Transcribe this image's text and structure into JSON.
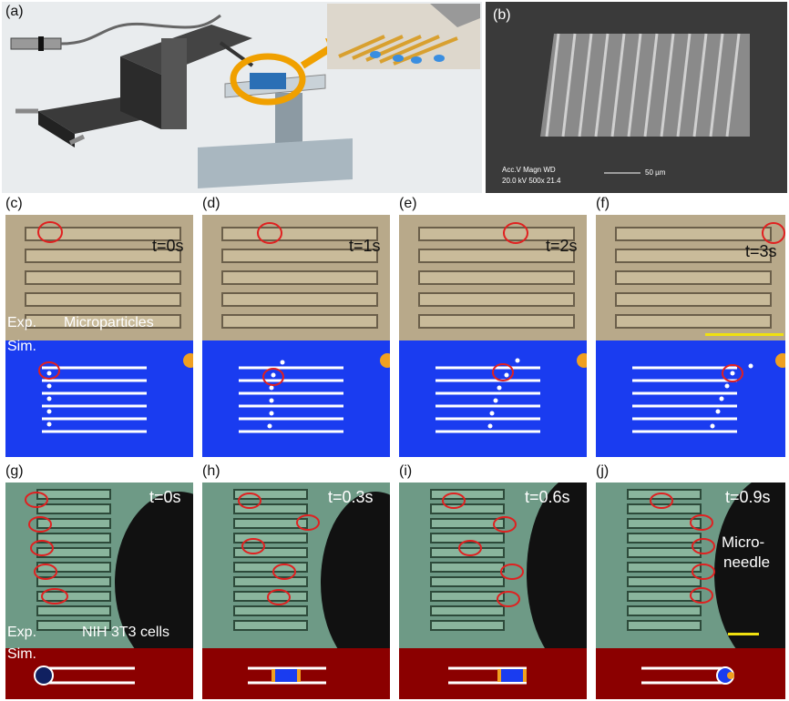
{
  "panel_labels": {
    "a": "(a)",
    "b": "(b)",
    "c": "(c)",
    "d": "(d)",
    "e": "(e)",
    "f": "(f)",
    "g": "(g)",
    "h": "(h)",
    "i": "(i)",
    "j": "(j)"
  },
  "sem_info": {
    "line1": "Acc.V  Magn   WD",
    "line2": "20.0 kV 500x   21.4",
    "scale": "50 µm"
  },
  "particle_row": {
    "times": [
      "t=0s",
      "t=1s",
      "t=2s",
      "t=3s"
    ],
    "exp_label": "Exp.",
    "sim_label": "Sim.",
    "sample_label": "Microparticles"
  },
  "cell_row": {
    "times": [
      "t=0s",
      "t=0.3s",
      "t=0.6s",
      "t=0.9s"
    ],
    "exp_label": "Exp.",
    "sim_label": "Sim.",
    "sample_label": "NIH 3T3 cells",
    "needle_label_1": "Micro-",
    "needle_label_2": "needle"
  },
  "colors": {
    "exp_bg": "#b8a98a",
    "sim_bg": "#1a3cf0",
    "cell_bg": "#6e9a86",
    "sim_red": "#8b0000",
    "highlight": "#e02020",
    "scalebar": "#f0e010"
  }
}
